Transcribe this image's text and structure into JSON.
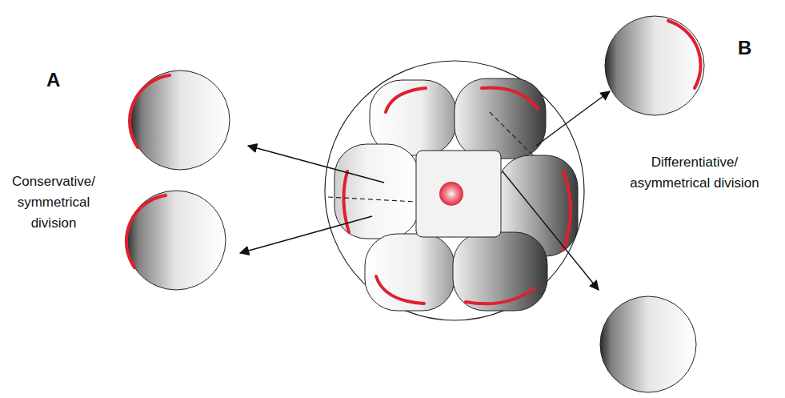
{
  "diagram": {
    "labels": [
      "A",
      "B",
      "Conservative/ symmetrical division",
      "Differentiative/ asymmetrical division"
    ]
  }
}
